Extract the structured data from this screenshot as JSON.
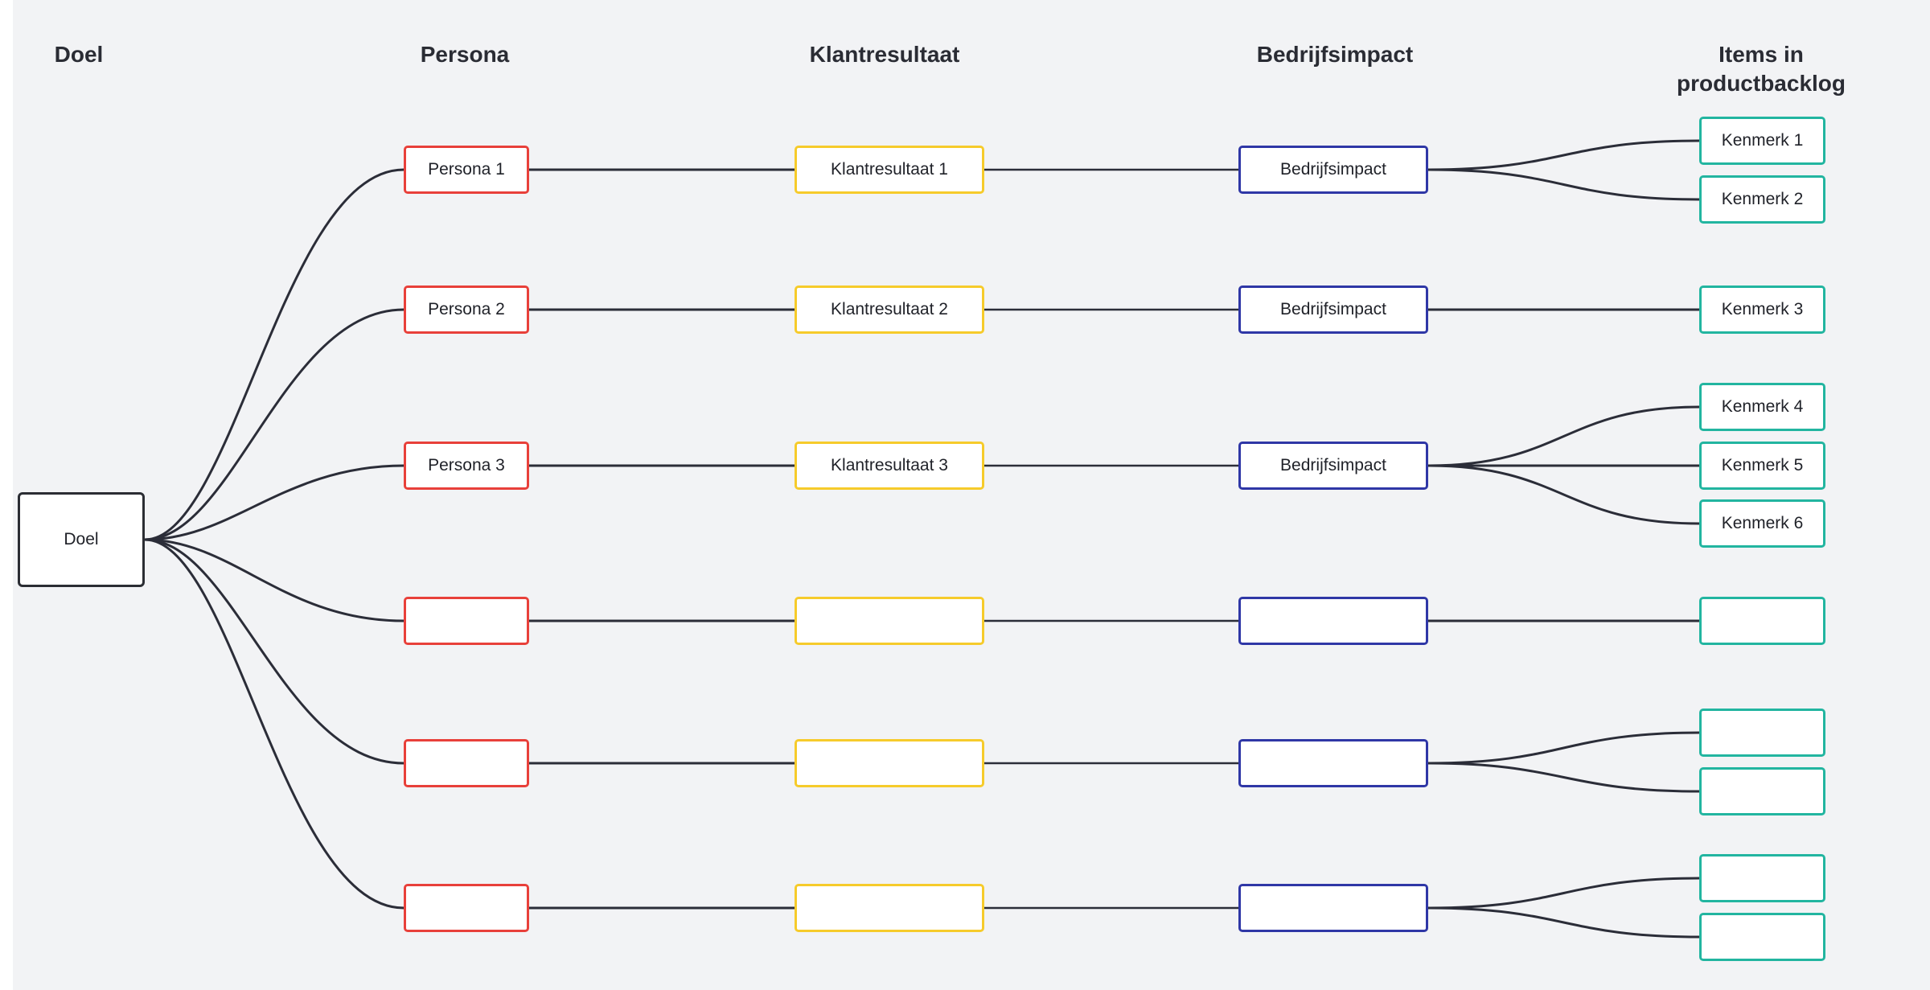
{
  "headers": {
    "doel": "Doel",
    "persona": "Persona",
    "klantresultaat": "Klantresultaat",
    "bedrijfsimpact": "Bedrijfsimpact",
    "items": "Items in\nproductbacklog"
  },
  "goal": {
    "label": "Doel"
  },
  "rows": [
    {
      "persona": "Persona 1",
      "result": "Klantresultaat 1",
      "impact": "Bedrijfsimpact",
      "items": [
        "Kenmerk 1",
        "Kenmerk 2"
      ]
    },
    {
      "persona": "Persona 2",
      "result": "Klantresultaat 2",
      "impact": "Bedrijfsimpact",
      "items": [
        "Kenmerk 3"
      ]
    },
    {
      "persona": "Persona 3",
      "result": "Klantresultaat 3",
      "impact": "Bedrijfsimpact",
      "items": [
        "Kenmerk 4",
        "Kenmerk 5",
        "Kenmerk 6"
      ]
    },
    {
      "persona": "",
      "result": "",
      "impact": "",
      "items": [
        ""
      ]
    },
    {
      "persona": "",
      "result": "",
      "impact": "",
      "items": [
        "",
        ""
      ]
    },
    {
      "persona": "",
      "result": "",
      "impact": "",
      "items": [
        "",
        ""
      ]
    }
  ],
  "colors": {
    "background": "#f2f3f5",
    "goal_border": "#2b2d33",
    "persona_border": "#e8403a",
    "result_border": "#f6cb2b",
    "impact_border": "#2f37a6",
    "item_border": "#22b5a0",
    "connector": "#2b2d38"
  }
}
